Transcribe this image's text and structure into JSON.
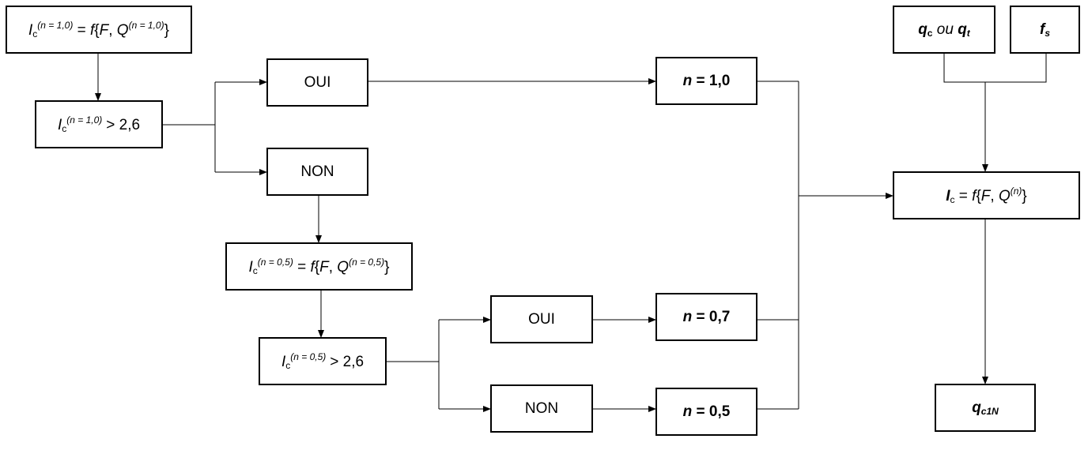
{
  "diagram": {
    "ic_n1_formula": {
      "ic": "I",
      "c": "c",
      "sup": "(n = 1,0)",
      "eq": " = ",
      "f": "f",
      "open": "{",
      "F": "F",
      "comma": ", ",
      "Q": "Q",
      "qsup": "(n = 1,0)",
      "close": "}"
    },
    "ic_n1_test": {
      "ic": "I",
      "c": "c",
      "sup": "(n = 1,0)",
      "rest": "> 2,6"
    },
    "oui_1": "OUI",
    "non_1": "NON",
    "ic_n05_formula": {
      "ic": "I",
      "c": "c",
      "sup": "(n = 0,5)",
      "eq": " = ",
      "f": "f",
      "open": "{",
      "F": "F",
      "comma": ", ",
      "Q": "Q",
      "qsup": "(n = 0,5)",
      "close": "}"
    },
    "ic_n05_test": {
      "ic": "I",
      "c": "c",
      "sup": "(n = 0,5)",
      "rest": "> 2,6"
    },
    "oui_2": "OUI",
    "non_2": "NON",
    "n_10": {
      "n": "n",
      "rest": " = 1,0"
    },
    "n_07": {
      "n": "n",
      "rest": " = 0,7"
    },
    "n_05": {
      "n": "n",
      "rest": " = 0,5"
    },
    "qc_qt": {
      "q1": "q",
      "s1": "c",
      "ou": " ou ",
      "q2": "q",
      "s2": "t"
    },
    "fs": {
      "f": "f",
      "s": "s"
    },
    "ic_final": {
      "ic": "I",
      "c": "c",
      "eq": " = ",
      "f": "f",
      "open": "{",
      "F": "F",
      "comma": ", ",
      "Q": "Q",
      "qsup": "(n)",
      "close": "}"
    },
    "qc1n": {
      "q": "q",
      "sub": "c1N"
    }
  }
}
